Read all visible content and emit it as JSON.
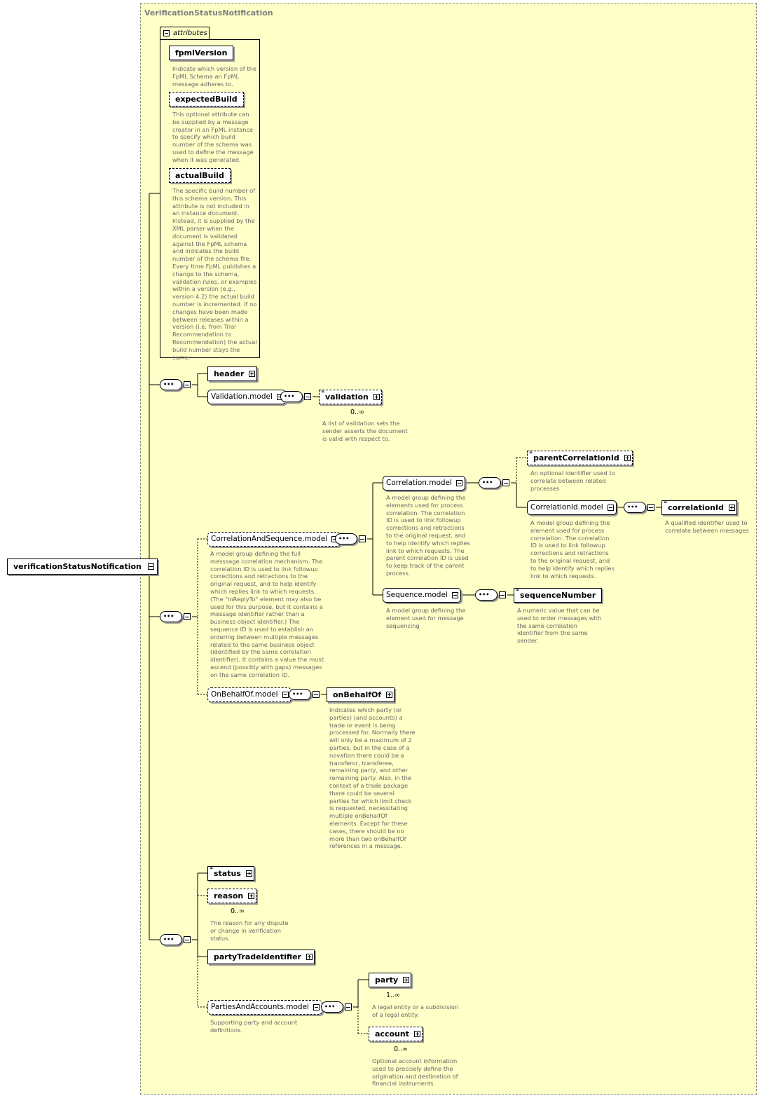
{
  "diagram": {
    "container_title": "VerificationStatusNotification",
    "root": "verificationStatusNotification",
    "attributes_label": "attributes",
    "attributes": [
      {
        "name": "fpmlVersion",
        "desc": "Indicate which version of the FpML Schema an FpML message adheres to."
      },
      {
        "name": "expectedBuild",
        "desc": "This optional attribute can be supplied by a message creator in an FpML instance to specify which build number of the schema was used to define the message when it was generated."
      },
      {
        "name": "actualBuild",
        "desc": "The specific build number of this schema version. This attribute is not included in an instance document. Instead, it is supplied by the XML parser when the document is validated against the FpML schema and indicates the build number of the schema file. Every time FpML publishes a change to the schema, validation rules, or examples within a version (e.g., version 4.2) the actual build number is incremented. If no changes have been made between releases within a version (i.e. from Trial Recommendation to Recommendation) the actual build number stays the same."
      }
    ],
    "header": "header",
    "validation_model": "Validation.model",
    "validation": {
      "name": "validation",
      "card": "0..∞",
      "desc": "A list of validation sets the sender asserts the document is valid with respect to."
    },
    "correlation_and_sequence": {
      "name": "CorrelationAndSequence.model",
      "desc": "A model group defining the full messsage correlation mechanism. The correlation ID is used to link followup corrections and retractions to the original request, and to help identify which replies link to which requests. (The \"inReplyTo\" element may also be used for this purpose, but it contains a message identifier rather than a business object identifier.) The sequence ID is used to establish an ordering between multiple messages related to the same business object (identified by the same correlation identifier). It contains a value the must ascend (possibly with gaps) messages on the same correlation ID."
    },
    "correlation_model": {
      "name": "Correlation.model",
      "desc": "A model group defining the elements used for process correlation. The correlation ID is used to link followup corrections and retractions to the original request, and to help identify which replies link to which requests. The parent correlation ID is used to keep track of the parent process."
    },
    "parent_correlation_id": {
      "name": "parentCorrelationId",
      "desc": "An optional identifier used to correlate between related processes"
    },
    "correlation_id_model": {
      "name": "CorrelationId.model",
      "desc": "A model group defining the element used for process correlation. The correlation ID is used to link followup corrections and retractions to the original request, and to help identify which replies link to which requests."
    },
    "correlation_id": {
      "name": "correlationId",
      "desc": "A qualified identifier used to correlate between messages"
    },
    "sequence_model": {
      "name": "Sequence.model",
      "desc": "A model group defining the element used for message sequencing"
    },
    "sequence_number": {
      "name": "sequenceNumber",
      "desc": "A numeric value that can be used to order messages with the same correlation identifier from the same sender."
    },
    "on_behalf_of_model": "OnBehalfOf.model",
    "on_behalf_of": {
      "name": "onBehalfOf",
      "desc": "Indicates which party (or parties) (and accounts) a trade or event is being processed for. Normally there will only be a maximum of 2 parties, but in the case of a novation there could be a transferor, transferee, remaining party, and other remaining party. Also, in the context of a trade package there could be several parties for which limit check is requested, necessitating multiple onBehalfOf elements. Except for these cases, there should be no more than two onBehalfOf references in a message."
    },
    "status": "status",
    "reason": {
      "name": "reason",
      "card": "0..∞",
      "desc": "The reason for any dispute or change in verification status."
    },
    "party_trade_identifier": "partyTradeIdentifier",
    "parties_and_accounts": {
      "name": "PartiesAndAccounts.model",
      "desc": "Supporting party and account definitions."
    },
    "party": {
      "name": "party",
      "card": "1..∞",
      "desc": "A legal entity or a subdivision of a legal entity."
    },
    "account": {
      "name": "account",
      "card": "0..∞",
      "desc": "Optional account information used to precisely define the origination and destination of financial instruments."
    }
  },
  "colors": {
    "container_bg": "#ffffc8",
    "desc_text": "#666666",
    "title_text": "#808080"
  }
}
